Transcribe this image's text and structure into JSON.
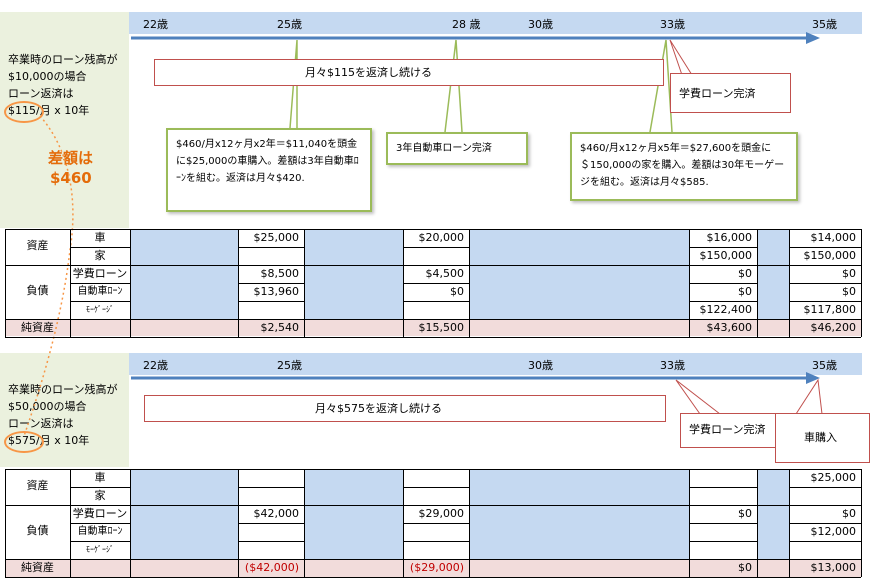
{
  "sections": [
    {
      "desc_lines": [
        "卒業時のローン残高が",
        "$10,000の場合",
        "ローン返済は",
        "$115/月 x 10年"
      ],
      "ages": [
        "22歳",
        "25歳",
        "28 歳",
        "30歳",
        "33歳",
        "35歳"
      ],
      "callouts": {
        "payment": "月々$115を返済し続ける",
        "student_loan_done": "学費ローン完済",
        "note_25": "$460/月x12ヶ月x2年＝$11,040を頭金に$25,000の車購入。差額は3年自動車ﾛｰﾝを組む。返済は月々$420.",
        "car_loan_done": "3年自動車ローン完済",
        "note_33": "$460/月x12ヶ月x5年＝$27,600を頭金に＄150,000の家を購入。差額は30年モーゲージを組む。返済は月々$585."
      },
      "table": {
        "asset_label": "資産",
        "liability_label": "負債",
        "net_label": "純資産",
        "rows": [
          "車",
          "家",
          "学費ローン",
          "自動車ﾛｰﾝ",
          "ﾓｰｹﾞｰｼﾞ"
        ],
        "values": {
          "c1": [
            "$25,000",
            "",
            "$8,500",
            "$13,960",
            "",
            "$2,540"
          ],
          "c2": [
            "$20,000",
            "",
            "$4,500",
            "$0",
            "",
            "$15,500"
          ],
          "c3": [
            "$16,000",
            "$150,000",
            "$0",
            "$0",
            "$122,400",
            "$43,600"
          ],
          "c4": [
            "$14,000",
            "$150,000",
            "$0",
            "$0",
            "$117,800",
            "$46,200"
          ]
        }
      }
    },
    {
      "desc_lines": [
        "卒業時のローン残高が",
        "$50,000の場合",
        "ローン返済は",
        "$575/月 x 10年"
      ],
      "ages": [
        "22歳",
        "25歳",
        "30歳",
        "33歳",
        "35歳"
      ],
      "callouts": {
        "payment": "月々$575を返済し続ける",
        "student_loan_done": "学費ローン完済",
        "car_buy": "車購入"
      },
      "table": {
        "asset_label": "資産",
        "liability_label": "負債",
        "net_label": "純資産",
        "rows": [
          "車",
          "家",
          "学費ローン",
          "自動車ﾛｰﾝ",
          "ﾓｰｹﾞｰｼﾞ"
        ],
        "values": {
          "c1": [
            "",
            "",
            "$42,000",
            "",
            "",
            "($42,000)"
          ],
          "c2": [
            "",
            "",
            "$29,000",
            "",
            "",
            "($29,000)"
          ],
          "c3": [
            "",
            "",
            "$0",
            "",
            "",
            "$0"
          ],
          "c4": [
            "$25,000",
            "",
            "$0",
            "$12,000",
            "",
            "$13,000"
          ]
        }
      }
    }
  ],
  "difference_label": [
    "差額は",
    "$460"
  ],
  "colors": {
    "timeline": "#c5d9f1",
    "left_panel": "#ebf1de",
    "net_row": "#f2dcdb",
    "arrow": "#4f81bd",
    "callout_border": "#c0504d",
    "note_border": "#9bbb59",
    "highlight": "#f79646",
    "negative": "#c00000"
  }
}
